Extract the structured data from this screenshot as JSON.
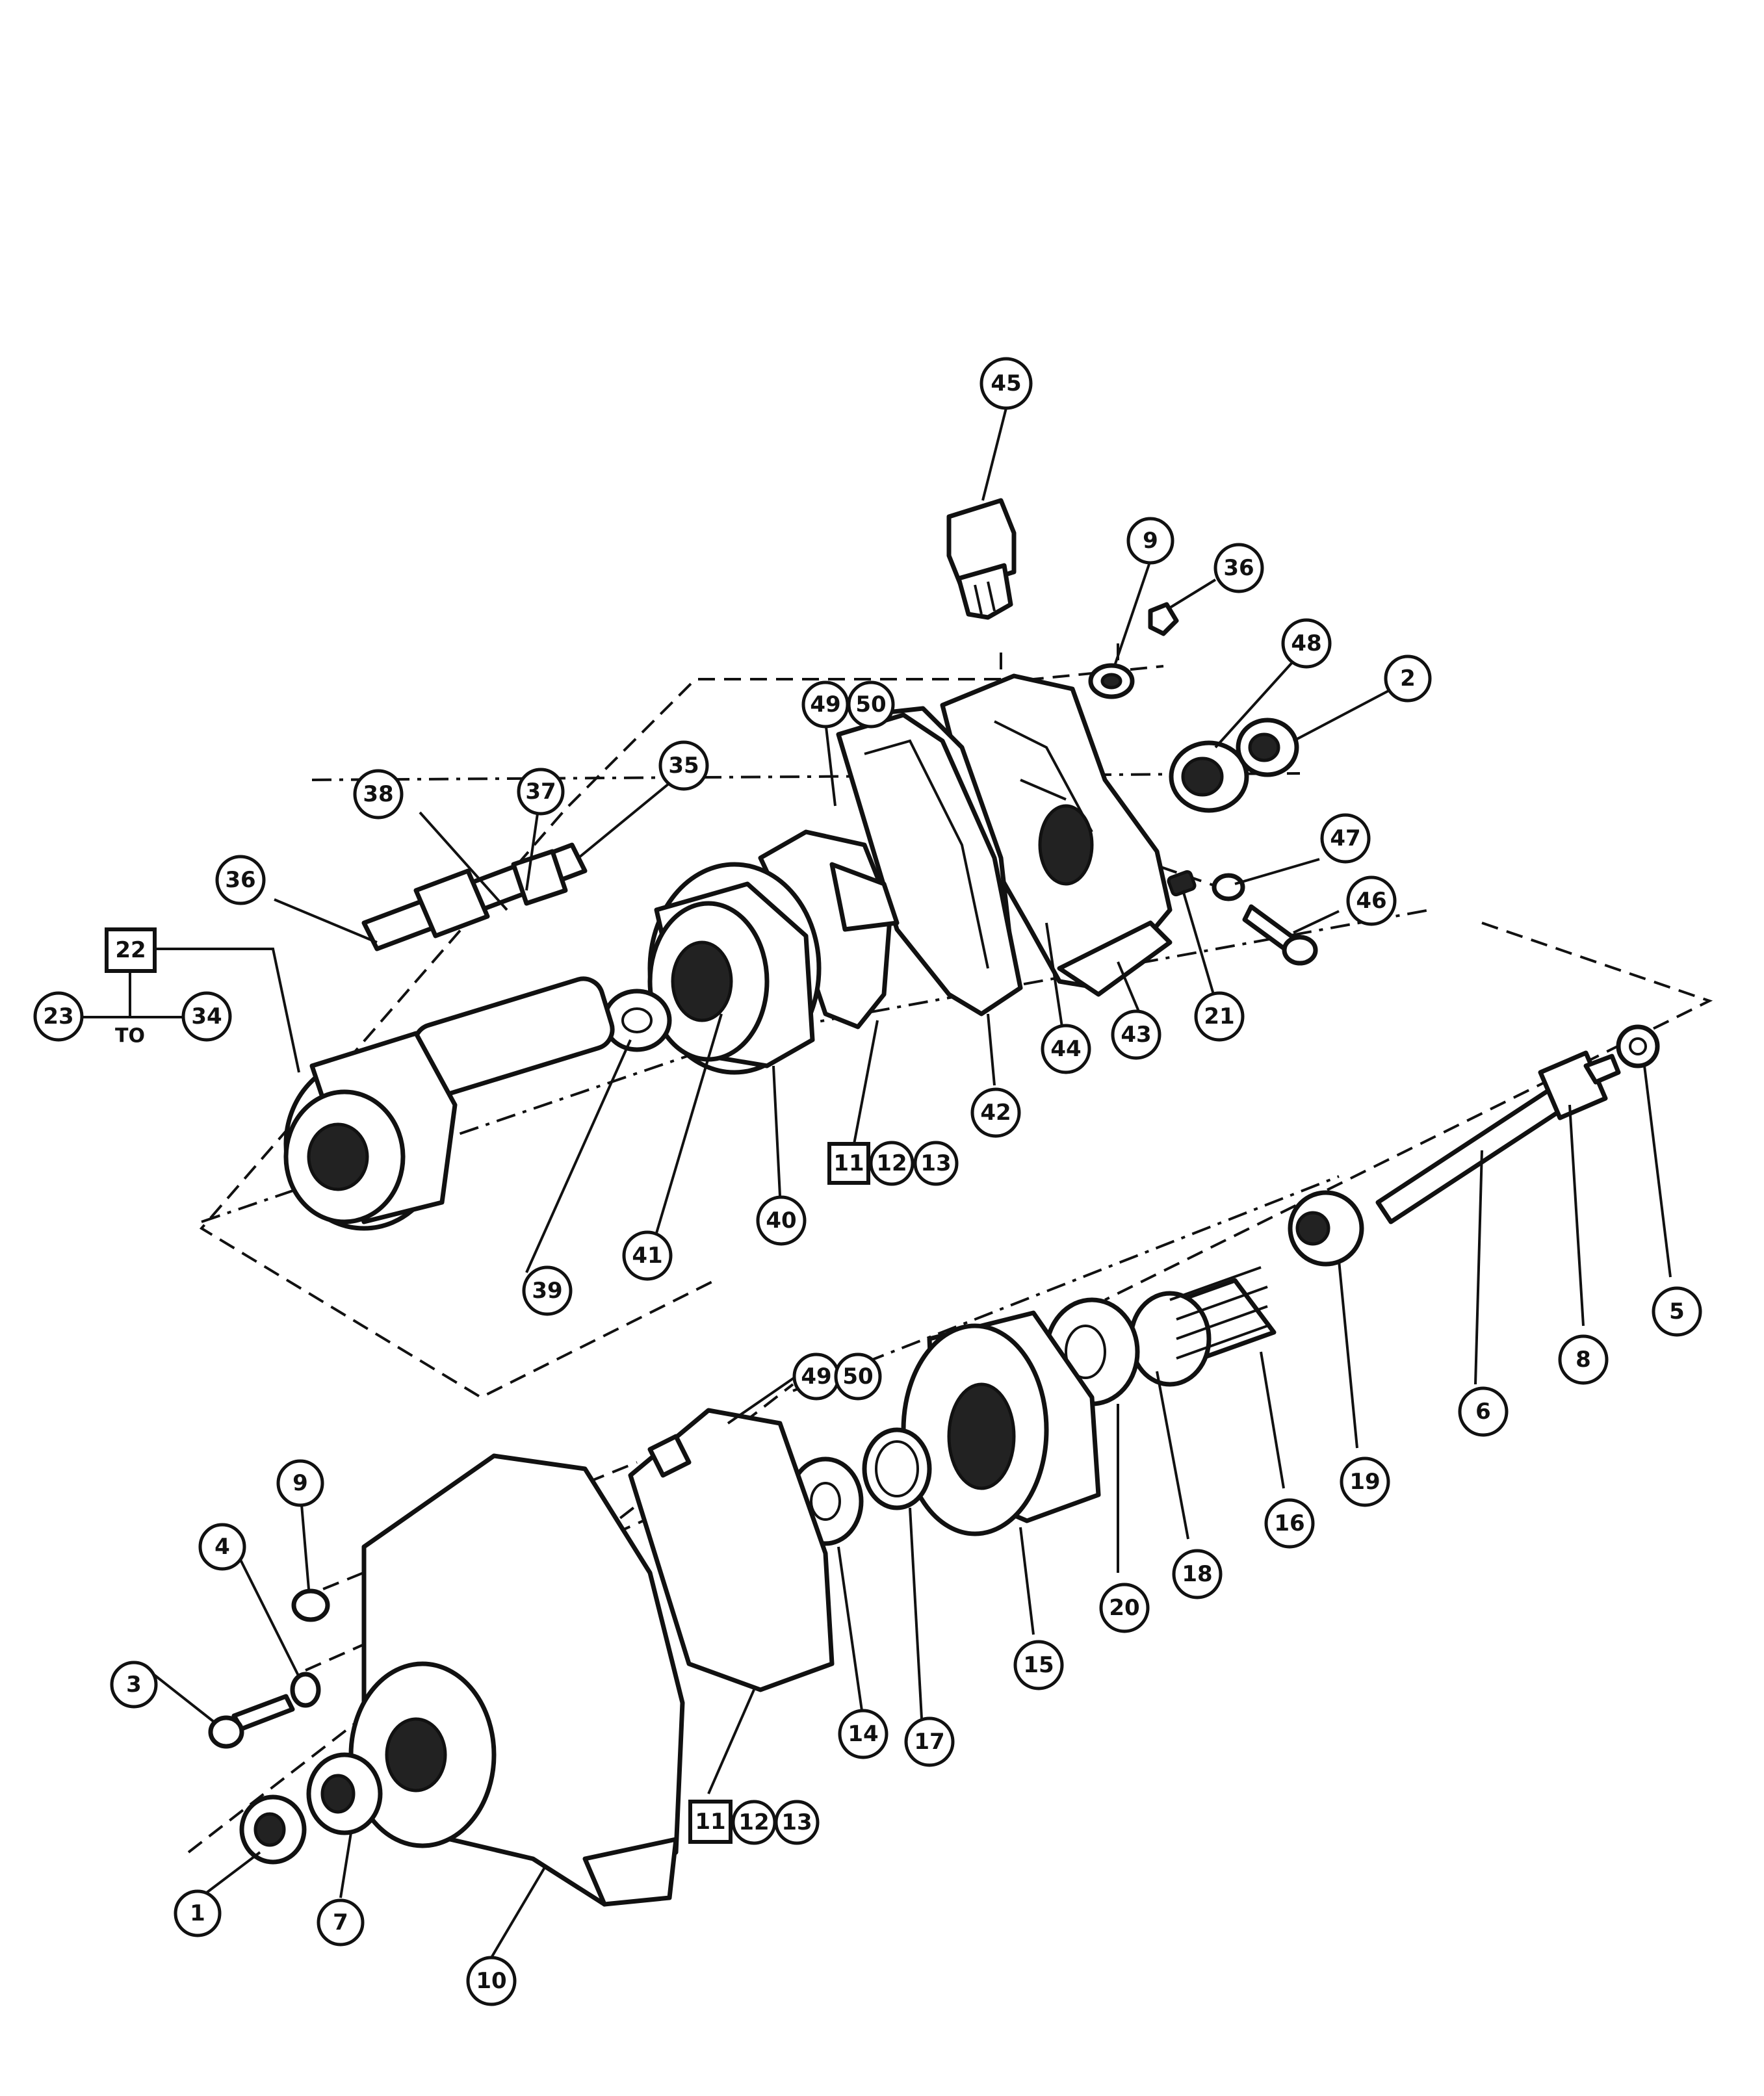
{
  "figure": {
    "to_label": "TO"
  },
  "callouts": [
    {
      "id": "c45",
      "label": "45",
      "shape": "circle"
    },
    {
      "id": "c9a",
      "label": "9",
      "shape": "circle"
    },
    {
      "id": "c36a",
      "label": "36",
      "shape": "circle"
    },
    {
      "id": "c48",
      "label": "48",
      "shape": "circle"
    },
    {
      "id": "c2",
      "label": "2",
      "shape": "circle"
    },
    {
      "id": "c49a",
      "label": "49",
      "shape": "circle"
    },
    {
      "id": "c50a",
      "label": "50",
      "shape": "circle"
    },
    {
      "id": "c38",
      "label": "38",
      "shape": "circle"
    },
    {
      "id": "c37",
      "label": "37",
      "shape": "circle"
    },
    {
      "id": "c35",
      "label": "35",
      "shape": "circle"
    },
    {
      "id": "c36b",
      "label": "36",
      "shape": "circle"
    },
    {
      "id": "c47",
      "label": "47",
      "shape": "circle"
    },
    {
      "id": "c46",
      "label": "46",
      "shape": "circle"
    },
    {
      "id": "c22",
      "label": "22",
      "shape": "box"
    },
    {
      "id": "c23",
      "label": "23",
      "shape": "circle"
    },
    {
      "id": "c34",
      "label": "34",
      "shape": "circle"
    },
    {
      "id": "c21",
      "label": "21",
      "shape": "circle"
    },
    {
      "id": "c44",
      "label": "44",
      "shape": "circle"
    },
    {
      "id": "c43",
      "label": "43",
      "shape": "circle"
    },
    {
      "id": "c42",
      "label": "42",
      "shape": "circle"
    },
    {
      "id": "c11a",
      "label": "11",
      "shape": "box"
    },
    {
      "id": "c12a",
      "label": "12",
      "shape": "circle"
    },
    {
      "id": "c13a",
      "label": "13",
      "shape": "circle"
    },
    {
      "id": "c40",
      "label": "40",
      "shape": "circle"
    },
    {
      "id": "c41",
      "label": "41",
      "shape": "circle"
    },
    {
      "id": "c39",
      "label": "39",
      "shape": "circle"
    },
    {
      "id": "c5",
      "label": "5",
      "shape": "circle"
    },
    {
      "id": "c8",
      "label": "8",
      "shape": "circle"
    },
    {
      "id": "c6",
      "label": "6",
      "shape": "circle"
    },
    {
      "id": "c19",
      "label": "19",
      "shape": "circle"
    },
    {
      "id": "c16",
      "label": "16",
      "shape": "circle"
    },
    {
      "id": "c18",
      "label": "18",
      "shape": "circle"
    },
    {
      "id": "c49b",
      "label": "49",
      "shape": "circle"
    },
    {
      "id": "c50b",
      "label": "50",
      "shape": "circle"
    },
    {
      "id": "c20",
      "label": "20",
      "shape": "circle"
    },
    {
      "id": "c15",
      "label": "15",
      "shape": "circle"
    },
    {
      "id": "c9b",
      "label": "9",
      "shape": "circle"
    },
    {
      "id": "c4",
      "label": "4",
      "shape": "circle"
    },
    {
      "id": "c3",
      "label": "3",
      "shape": "circle"
    },
    {
      "id": "c14",
      "label": "14",
      "shape": "circle"
    },
    {
      "id": "c17",
      "label": "17",
      "shape": "circle"
    },
    {
      "id": "c11b",
      "label": "11",
      "shape": "box"
    },
    {
      "id": "c12b",
      "label": "12",
      "shape": "circle"
    },
    {
      "id": "c13b",
      "label": "13",
      "shape": "circle"
    },
    {
      "id": "c1",
      "label": "1",
      "shape": "circle"
    },
    {
      "id": "c7",
      "label": "7",
      "shape": "circle"
    },
    {
      "id": "c10",
      "label": "10",
      "shape": "circle"
    }
  ]
}
